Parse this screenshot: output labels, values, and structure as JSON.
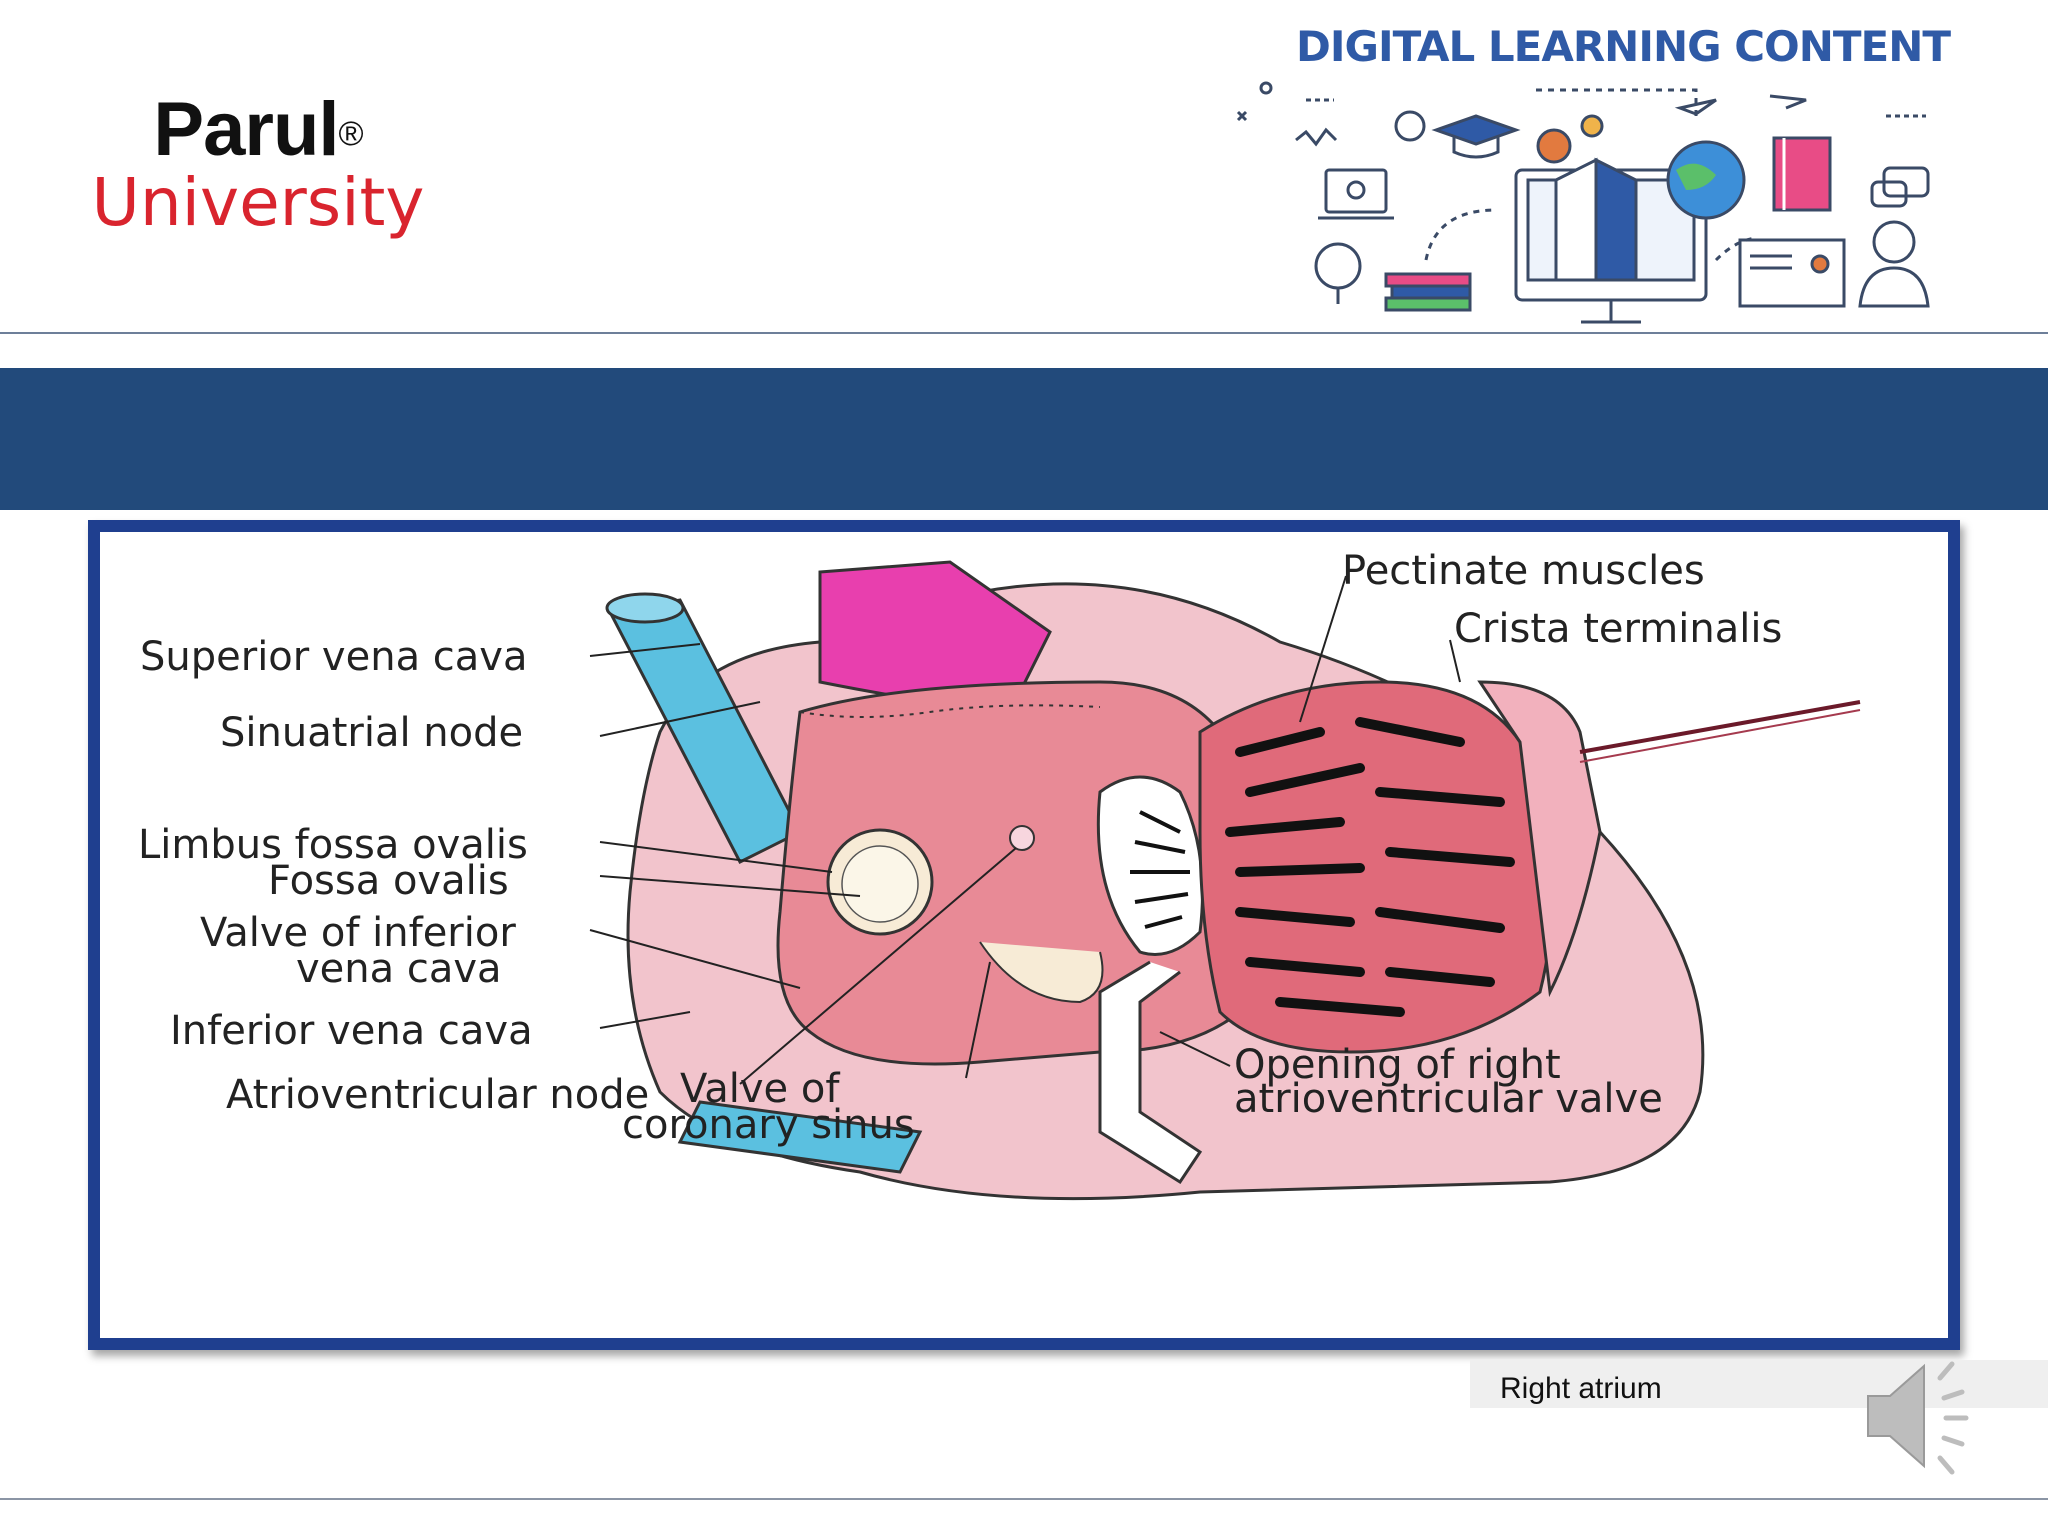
{
  "header": {
    "logo_name": "Parul",
    "logo_mark": "®",
    "logo_sub": "University",
    "dlc_title": "DIGITAL LEARNING CONTENT",
    "dlc_icon": "education-illustration-icon"
  },
  "diagram": {
    "labels": {
      "superior_vena_cava": "Superior vena cava",
      "sinuatrial_node": "Sinuatrial node",
      "limbus_fossa_ovalis": "Limbus fossa ovalis",
      "fossa_ovalis": "Fossa ovalis",
      "valve_ivc_1": "Valve of inferior",
      "valve_ivc_2": "vena cava",
      "inferior_vena_cava": "Inferior vena cava",
      "av_node": "Atrioventricular node",
      "valve_cs_1": "Valve of",
      "valve_cs_2": "coronary sinus",
      "opening_1": "Opening of right",
      "opening_2": "atrioventricular valve",
      "pectinate": "Pectinate muscles",
      "crista": "Crista terminalis"
    },
    "colors": {
      "vena_cava": "#5bc0e0",
      "aorta": "#e83fae",
      "atrium_wall": "#f2c4cc",
      "atrium_inner": "#e88a96",
      "pectinate_bg": "#e06a7a",
      "frame": "#1f3f8f"
    }
  },
  "caption": "Right atrium",
  "speaker_icon": "speaker-icon",
  "theme": {
    "banner": "#224a7b",
    "dlc_blue": "#2f5aa6",
    "logo_red": "#d9242e"
  }
}
